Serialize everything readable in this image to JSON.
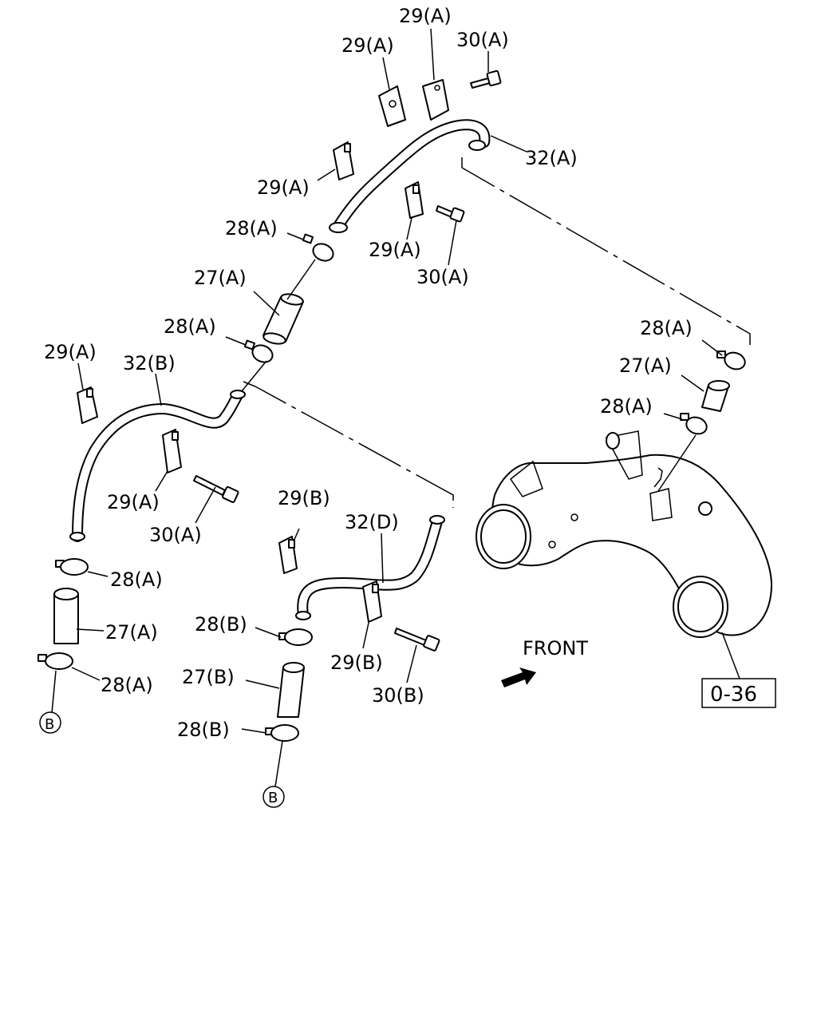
{
  "labels": {
    "p29a_1": "29(A)",
    "p29a_2": "29(A)",
    "p30a_1": "30(A)",
    "p32a": "32(A)",
    "p29a_3": "29(A)",
    "p28a_1": "28(A)",
    "p29a_4": "29(A)",
    "p30a_2": "30(A)",
    "p27a_1": "27(A)",
    "p28a_2": "28(A)",
    "p29a_5": "29(A)",
    "p32b": "32(B)",
    "p29a_6": "29(A)",
    "p30a_3": "30(A)",
    "p28a_3": "28(A)",
    "p27a_2": "27(A)",
    "p28a_4": "28(A)",
    "ref_b_1": "B",
    "p29b_1": "29(B)",
    "p32d": "32(D)",
    "p28b_1": "28(B)",
    "p27b": "27(B)",
    "p29b_2": "29(B)",
    "p30b": "30(B)",
    "p28b_2": "28(B)",
    "ref_b_2": "B",
    "p28a_5": "28(A)",
    "p27a_3": "27(A)",
    "p28a_6": "28(A)",
    "front": "FRONT",
    "ref_036": "0-36"
  },
  "icons": {
    "front_arrow": "front-direction-arrow",
    "clip": "pipe-clip",
    "bolt": "flange-bolt",
    "clamp": "hose-clamp",
    "hose": "rubber-hose",
    "pipe": "water-pipe",
    "housing": "thermostat-housing"
  }
}
